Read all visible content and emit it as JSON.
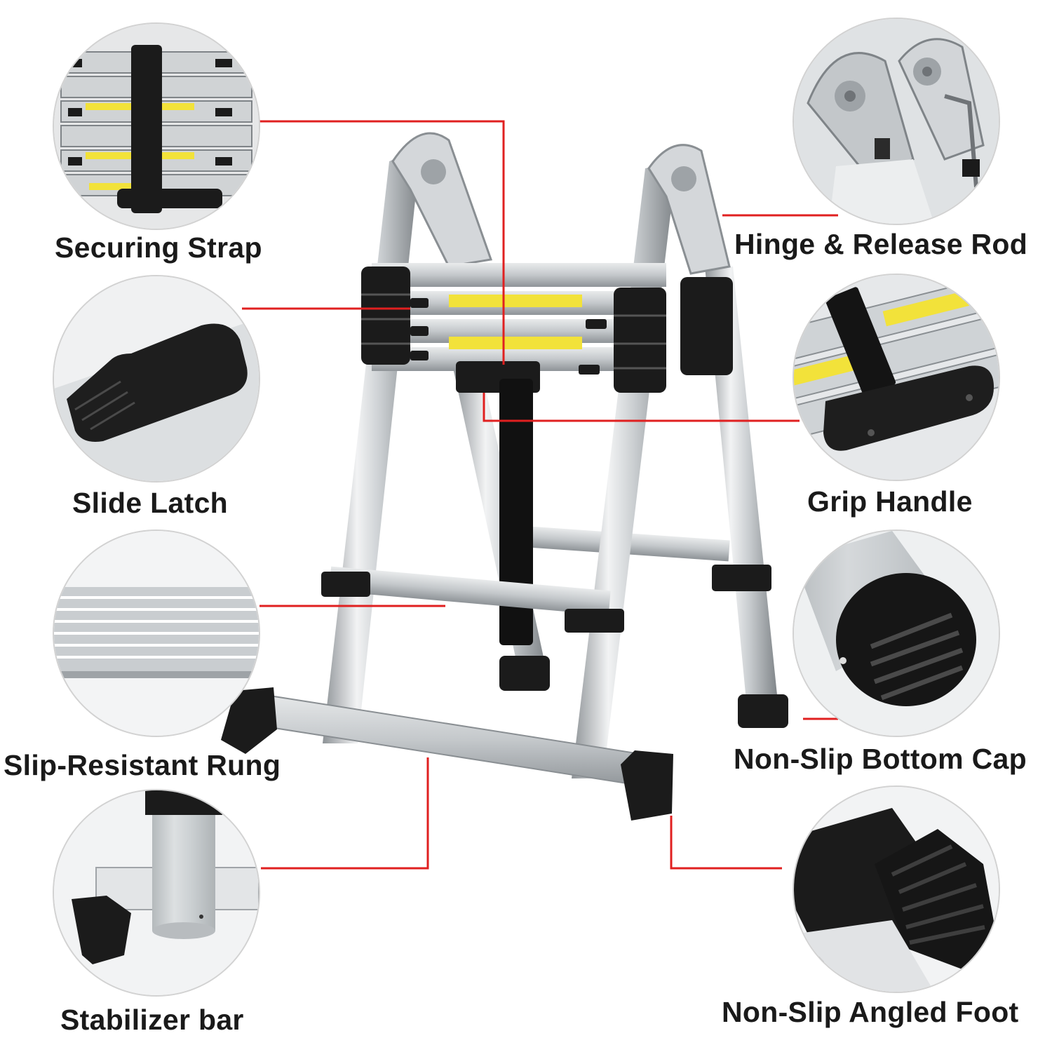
{
  "labels": {
    "securing_strap": "Securing Strap",
    "slide_latch": "Slide Latch",
    "slip_resistant_rung": "Slip-Resistant Rung",
    "stabilizer_bar": "Stabilizer bar",
    "hinge_release_rod": "Hinge & Release Rod",
    "grip_handle": "Grip Handle",
    "non_slip_bottom_cap": "Non-Slip Bottom Cap",
    "non_slip_angled_foot": "Non-Slip Angled Foot"
  },
  "colors": {
    "leader_line": "#e02020",
    "aluminum": "#cfd3d6",
    "rubber": "#1b1b1b",
    "warning_sticker": "#f2e23a"
  }
}
